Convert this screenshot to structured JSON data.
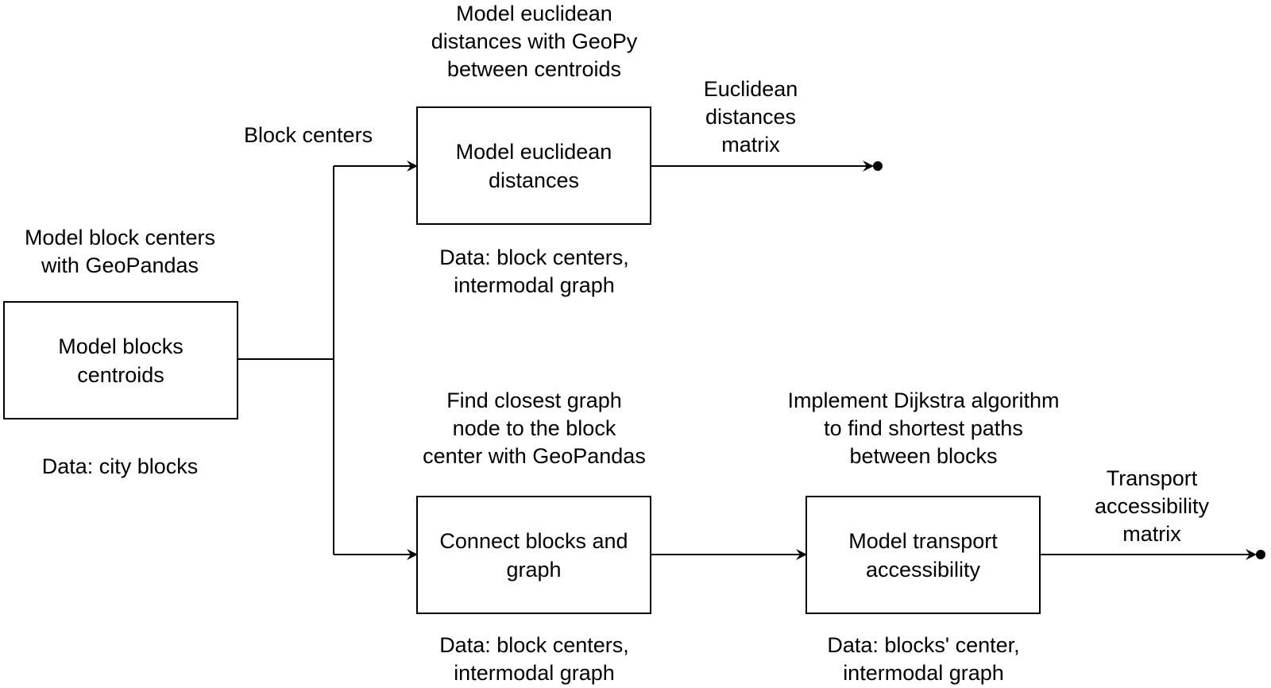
{
  "boxes": {
    "blocks_centroids": "Model blocks\ncentroids",
    "euclidean": "Model euclidean\ndistances",
    "connect": "Connect blocks and\ngraph",
    "transport": "Model transport\naccessibility"
  },
  "method_notes": {
    "blocks_centroids": "Model block centers\nwith GeoPandas",
    "euclidean": "Model euclidean\ndistances with GeoPy\nbetween centroids",
    "connect": "Find closest graph\nnode to the block\ncenter with GeoPandas",
    "transport": "Implement Dijkstra algorithm\nto find shortest paths\nbetween blocks"
  },
  "data_notes": {
    "blocks_centroids": "Data: city blocks",
    "euclidean": "Data: block centers,\nintermodal graph",
    "connect": "Data: block centers,\nintermodal graph",
    "transport": "Data: blocks' center,\nintermodal graph"
  },
  "edge_labels": {
    "block_centers": "Block centers",
    "euclidean_matrix": "Euclidean\ndistances\nmatrix",
    "transport_matrix": "Transport\naccessibility\nmatrix"
  },
  "colors": {
    "stroke": "#000000",
    "background": "#ffffff"
  }
}
